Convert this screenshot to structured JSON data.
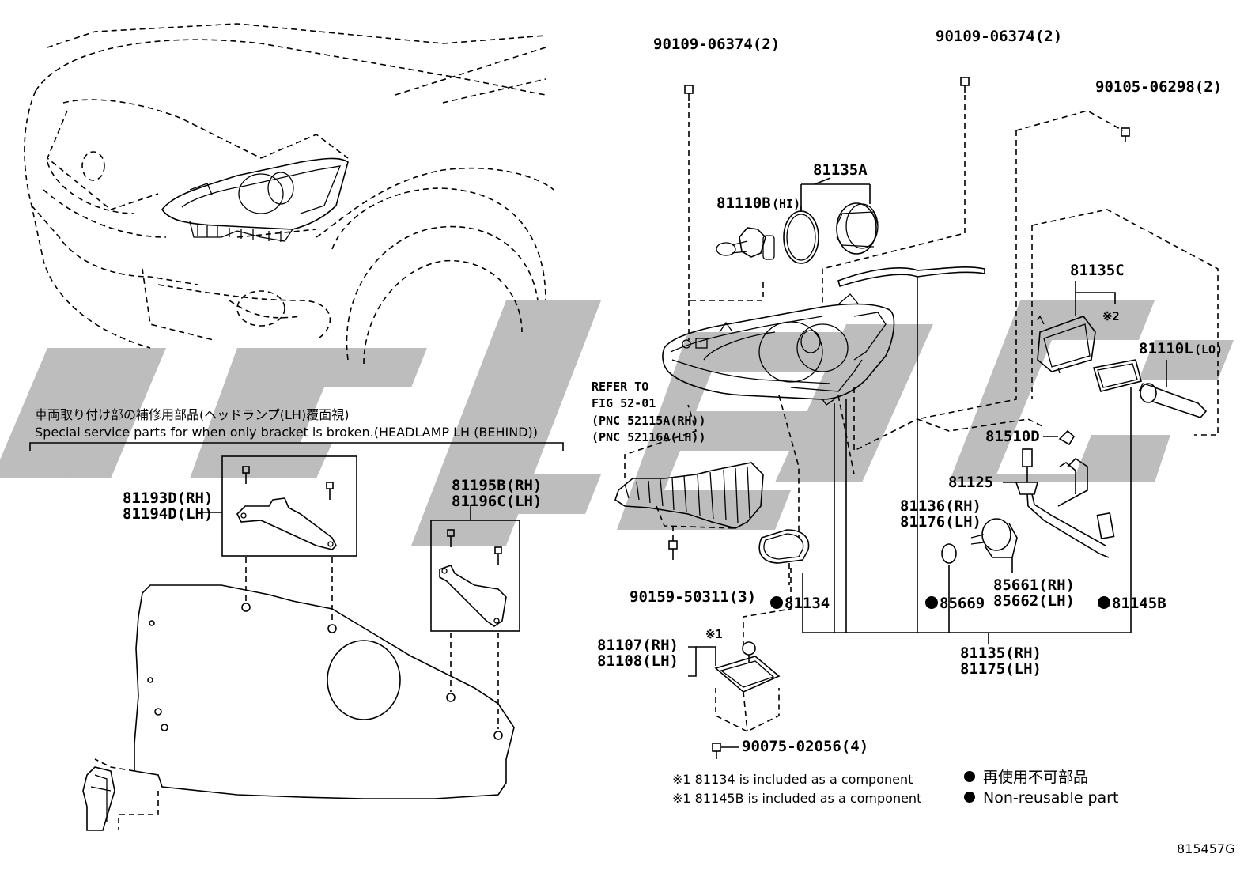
{
  "diagram": {
    "figure_id": "815457G",
    "special_service": {
      "title_jp": "車両取り付け部の補修用部品(ヘッドランプ(LH)覆面視)",
      "title_en": "Special service parts for when only bracket is broken.(HEADLAMP LH (BEHIND))"
    },
    "refer": {
      "line1": "REFER TO",
      "line2": "FIG 52-01",
      "line3": "(PNC 52115A(RH))",
      "line4": "(PNC 52116A(LH))"
    },
    "parts": {
      "p_90109_a": "90109-06374(2)",
      "p_90109_b": "90109-06374(2)",
      "p_90105": "90105-06298(2)",
      "p_81135A": "81135A",
      "p_81110B": "81110B",
      "p_81110B_suffix": "(HI)",
      "p_81135C": "81135C",
      "p_81135C_note": "※2",
      "p_81110L": "81110L",
      "p_81110L_suffix": "(LO)",
      "p_81510D": "81510D",
      "p_81125": "81125",
      "p_81136": "81136(RH)",
      "p_81176": "81176(LH)",
      "p_85661": "85661(RH)",
      "p_85662": "85662(LH)",
      "p_81134": "81134",
      "p_85669": "85669",
      "p_81145B": "81145B",
      "p_81135": "81135(RH)",
      "p_81175": "81175(LH)",
      "p_90159": "90159-50311(3)",
      "p_81107": "81107(RH)",
      "p_81108": "81108(LH)",
      "p_81107_note": "※1",
      "p_90075": "90075-02056(4)",
      "p_81193D": "81193D(RH)",
      "p_81194D": "81194D(LH)",
      "p_81195B": "81195B(RH)",
      "p_81196C": "81196C(LH)"
    },
    "notes": {
      "n1": "※1 81134 is included as a component",
      "n2": "※1 81145B is included as a component"
    },
    "legend": {
      "jp": "再使用不可部品",
      "en": "Non-reusable part"
    },
    "watermark_color": "#bdbdbd"
  }
}
